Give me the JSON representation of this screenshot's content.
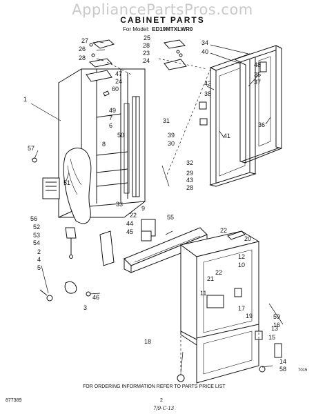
{
  "header": {
    "watermark": "AppliancePartsPros.com",
    "title": "CABINET PARTS",
    "model_label": "For Model:",
    "model_number": "ED19MTXLWR0"
  },
  "part_labels": [
    "27",
    "25",
    "26",
    "28",
    "28",
    "23",
    "24",
    "34",
    "40",
    "47",
    "24",
    "60",
    "1",
    "42",
    "38",
    "48",
    "35",
    "37",
    "49",
    "7",
    "6",
    "50",
    "31",
    "8",
    "39",
    "30",
    "41",
    "36",
    "57",
    "51",
    "32",
    "29",
    "43",
    "28",
    "33",
    "9",
    "56",
    "22",
    "55",
    "52",
    "44",
    "53",
    "45",
    "54",
    "22",
    "20",
    "2",
    "4",
    "5",
    "12",
    "10",
    "21",
    "22",
    "11",
    "46",
    "3",
    "17",
    "19",
    "59",
    "16",
    "18",
    "13",
    "15",
    "14",
    "58"
  ],
  "footer": {
    "ordering_note": "FOR ORDERING INFORMATION REFER TO PARTS PRICE LIST",
    "doc_number": "877389",
    "page_number": "2",
    "handwritten_note": "7/9-C-13",
    "ref_code": "7015"
  }
}
